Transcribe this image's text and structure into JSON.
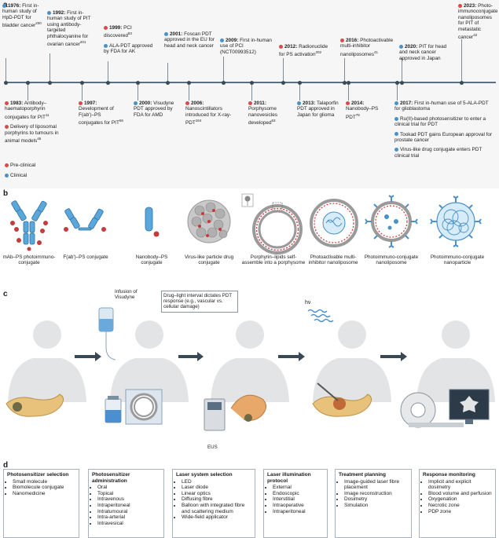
{
  "panels": {
    "a": "a",
    "b": "b",
    "c": "c",
    "d": "d"
  },
  "colors": {
    "preclinical": "#d94b4b",
    "clinical": "#4a90c9",
    "timeline": "#5b6f82"
  },
  "timeline_top": [
    {
      "year": "1976:",
      "text": "First in-human study of HpD-PDT for bladder cancer",
      "ref": "200",
      "type": "clinical"
    },
    {
      "year": "1992:",
      "text": "First in-human study of PIT using antibody-targeted phthalocyanine for ovarian cancer",
      "ref": "201",
      "type": "clinical"
    },
    {
      "year": "1999:",
      "text": "PCI discovered",
      "ref": "53",
      "type": "preclinical"
    },
    {
      "year": "",
      "text": "ALA-PDT approved by FDA for AK",
      "ref": "",
      "type": "clinical"
    },
    {
      "year": "2001:",
      "text": "Foscan PDT approved in the EU for head and neck cancer",
      "ref": "",
      "type": "clinical"
    },
    {
      "year": "2009:",
      "text": "First in-human use of PCI (NCT00993512)",
      "ref": "",
      "type": "clinical"
    },
    {
      "year": "2012:",
      "text": "Radionuclide for PS activation",
      "ref": "202",
      "type": "preclinical"
    },
    {
      "year": "2016:",
      "text": "Photoactivable multi-inhibitor nanoliposomes",
      "ref": "41",
      "type": "preclinical"
    },
    {
      "year": "2020:",
      "text": "PIT for head and neck cancer approved in Japan",
      "ref": "",
      "type": "clinical"
    },
    {
      "year": "2023:",
      "text": "Photo-immunoconjugate nanoliposomes for PIT of metastatic cancer",
      "ref": "42",
      "type": "preclinical"
    }
  ],
  "timeline_bottom": [
    {
      "year": "1983:",
      "text": "Antibody–haematoporphyrin conjugates for PIT",
      "ref": "11",
      "type": "preclinical"
    },
    {
      "year": "",
      "text": "Delivery of liposomal porphyrins to tumours in animal models",
      "ref": "45",
      "type": "preclinical"
    },
    {
      "year": "1997:",
      "text": "Development of F(ab')–PS conjugates for PIT",
      "ref": "56",
      "type": "preclinical"
    },
    {
      "year": "2000:",
      "text": "Visudyne PDT approved by FDA for AMD",
      "ref": "",
      "type": "clinical"
    },
    {
      "year": "2006:",
      "text": "Nanoscintillators introduced for X-ray-PDT",
      "ref": "164",
      "type": "preclinical"
    },
    {
      "year": "2011:",
      "text": "Porphysome nanovesicles developed",
      "ref": "63",
      "type": "preclinical"
    },
    {
      "year": "2013:",
      "text": "Talaporfin PDT approved in Japan for glioma",
      "ref": "",
      "type": "clinical"
    },
    {
      "year": "2014:",
      "text": "Nanobody–PS PDT",
      "ref": "78",
      "type": "preclinical"
    },
    {
      "year": "2017:",
      "text": "First in-human use of 5-ALA-PDT for glioblastoma",
      "ref": "",
      "type": "clinical"
    },
    {
      "year": "",
      "text": "Ru(II)-based photosensitizer to enter a clinical trial for PDT",
      "ref": "",
      "type": "clinical"
    },
    {
      "year": "",
      "text": "Tookad PDT gains European approval for prostate cancer",
      "ref": "",
      "type": "clinical"
    },
    {
      "year": "",
      "text": "Virus-like drug conjugate enters PDT clinical trial",
      "ref": "",
      "type": "clinical"
    }
  ],
  "legend": {
    "preclinical": "Pre-clinical",
    "clinical": "Clinical"
  },
  "panel_b": [
    "mAb–PS photoimmuno-conjugate",
    "F(ab')–PS conjugate",
    "Nanobody–PS conjugate",
    "Virus-like particle drug conjugate",
    "Porphyrin–lipids self-assemble into a porphysome",
    "Photoactivable multi-inhibitor nanoliposome",
    "Photoimmuno-conjugate nanoliposome",
    "Photoimmuno-conjugate nanoparticle"
  ],
  "panel_c": {
    "infusion": "Infusion of Visudyne",
    "interval": "Drug–light interval dictates PDT response (e.g., vascular vs. cellular damage)",
    "hv": "hν",
    "eus": "EUS"
  },
  "panel_d": [
    {
      "title": "Photosensitizer selection",
      "items": [
        "Small molecule",
        "Biomolecule conjugate",
        "Nanomedicine"
      ]
    },
    {
      "title": "Photosensitizer administration",
      "items": [
        "Oral",
        "Topical",
        "Intravenous",
        "Intraperitoneal",
        "Intratumoural",
        "Intra-arterial",
        "Intravesical"
      ]
    },
    {
      "title": "Laser system selection",
      "items": [
        "LED",
        "Laser diode",
        "Linear optics",
        "Diffusing fibre",
        "Balloon with integrated fibre and scattering medium",
        "Wide-field applicator"
      ]
    },
    {
      "title": "Laser illumination protocol",
      "items": [
        "External",
        "Endoscopic",
        "Interstitial",
        "Intraoperative",
        "Intraperitoneal"
      ]
    },
    {
      "title": "Treatment planning",
      "items": [
        "Image-guided laser fibre placement",
        "Image reconstruction",
        "Dosimetry",
        "Simulation"
      ]
    },
    {
      "title": "Response monitoring",
      "items": [
        "Implicit and explicit dosimetry",
        "Blood volume and perfusion",
        "Oxygenation",
        "Necrotic zone",
        "PDP zone"
      ]
    }
  ]
}
